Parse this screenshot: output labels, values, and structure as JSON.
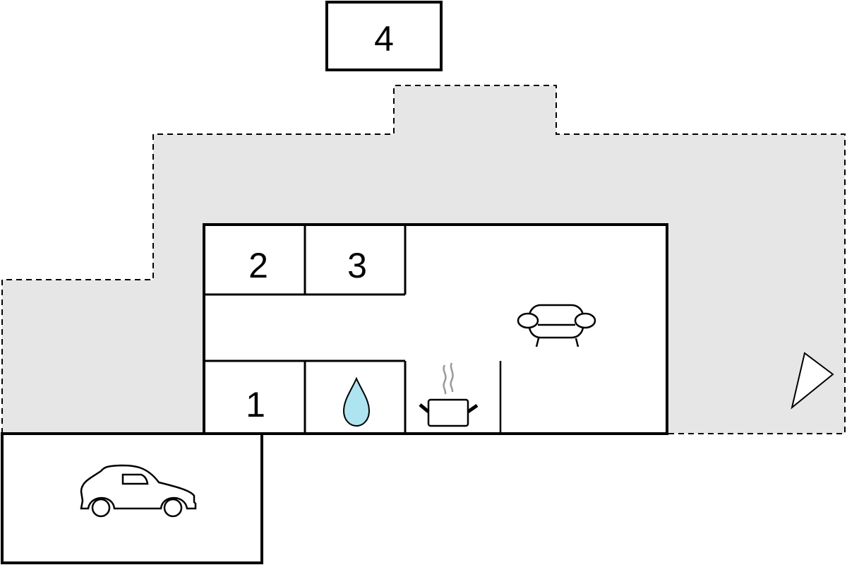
{
  "labels": {
    "room_1": "1",
    "room_2": "2",
    "room_3": "3",
    "room_4": "4"
  },
  "icons": {
    "garage": "car-icon",
    "bathroom": "water-drop-icon",
    "kitchen": "cooking-pot-icon",
    "living": "sofa-icon",
    "terrace_marker": "compass-triangle-icon"
  },
  "colors": {
    "terrace_fill": "#e6e6e6",
    "walls": "#000000",
    "drop_fill": "#aee4ef",
    "steam": "#999999"
  }
}
